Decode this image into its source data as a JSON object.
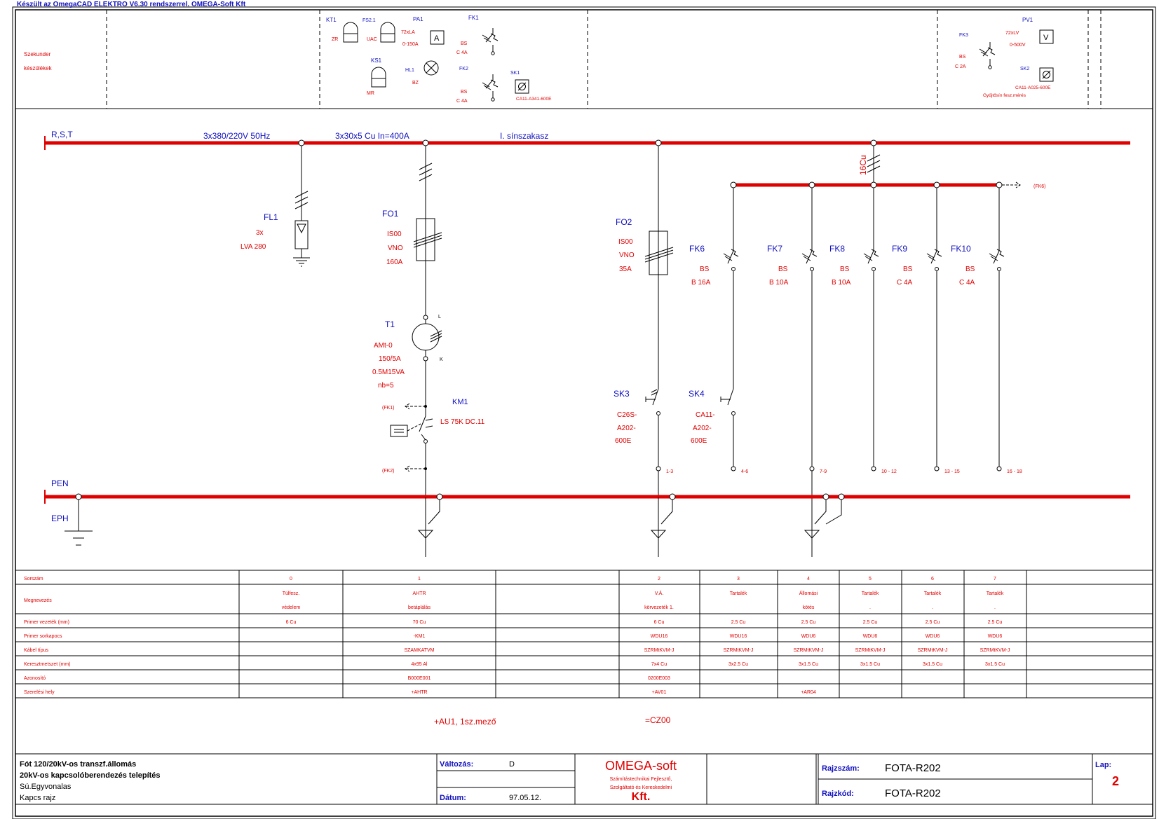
{
  "header_banner": "Készült az OmegaCAD ELEKTRO V6.30 rendszerrel. OMEGA-Soft Kft",
  "colors": {
    "busbar": "#e00000",
    "label_red": "#e00000",
    "label_blue": "#1010c0",
    "line": "#000000"
  },
  "secondary": {
    "title_line1": "Szekunder",
    "title_line2": "készülékek",
    "KT1": "KT1",
    "ZR": "ZR",
    "FS21": "FS2.1",
    "UAC": "UAC",
    "PA1": "PA1",
    "PA1_a": "72xLA",
    "PA1_b": "0-150A",
    "PA1_sym": "A",
    "FK1": "FK1",
    "FK1_a": "BS",
    "FK1_b": "C 4A",
    "KS1": "KS1",
    "MR": "MR",
    "HL1": "HL1",
    "BZ": "BZ",
    "FK2": "FK2",
    "FK2_a": "BS",
    "FK2_b": "C 4A",
    "SK1": "SK1",
    "SK1_a": "CA11-A341-600E",
    "FK3": "FK3",
    "FK3_a": "BS",
    "FK3_b": "C 2A",
    "PV1": "PV1",
    "PV1_a": "72xLV",
    "PV1_b": "0-500V",
    "PV1_sym": "V",
    "SK2": "SK2",
    "SK2_a": "CA11-A025-600E",
    "SK2_b": "Gyűjtősín fesz.mérés"
  },
  "bus": {
    "rst": "R,S,T",
    "voltage": "3x380/220V 50Hz",
    "rail": "3x30x5 Cu In=400A",
    "section": "I. sínszakasz",
    "sub_cable": "16Cu",
    "fk6_ref": "(FK6)",
    "pen": "PEN",
    "eph": "EPH"
  },
  "components": {
    "FL1": "FL1",
    "FL1_a": "3x",
    "FL1_b": "LVA 280",
    "FO1": "FO1",
    "FO1_a": "IS00",
    "FO1_b": "VNO",
    "FO1_c": "160A",
    "T1": "T1",
    "T1_a": "AMt-0",
    "T1_b": "150/5A",
    "T1_c": "0.5M15VA",
    "T1_d": "nb=5",
    "T1_L": "L",
    "T1_K": "K",
    "KM1": "KM1",
    "KM1_a": "LS 75K DC.11",
    "FK1_ref": "(FK1)",
    "FK2_ref": "(FK2)",
    "FO2": "FO2",
    "FO2_a": "IS00",
    "FO2_b": "VNO",
    "FO2_c": "35A",
    "SK3": "SK3",
    "SK3_a": "C26S-",
    "SK3_b": "A202-",
    "SK3_c": "600E",
    "SK4": "SK4",
    "SK4_a": "CA11-",
    "SK4_b": "A202-",
    "SK4_c": "600E",
    "FK6": "FK6",
    "FK6_a": "BS",
    "FK6_b": "B 16A",
    "FK7": "FK7",
    "FK7_a": "BS",
    "FK7_b": "B 10A",
    "FK8": "FK8",
    "FK8_a": "BS",
    "FK8_b": "B 10A",
    "FK9": "FK9",
    "FK9_a": "BS",
    "FK9_b": "C 4A",
    "FK10": "FK10",
    "FK10_a": "BS",
    "FK10_b": "C 4A",
    "t1": "1-3",
    "t2": "4-6",
    "t3": "7-9",
    "t4": "10 - 12",
    "t5": "13 - 15",
    "t6": "16 - 18"
  },
  "table": {
    "row_labels": [
      "Sorszám",
      "Megnevezés",
      "Primer vezeték (mm)",
      "Primer sorkapocs",
      "Kábel típus",
      "Keresztmetszet (mm)",
      "Azonosító",
      "Szerelési hely"
    ],
    "cols": [
      {
        "sorszam": "0",
        "megn1": "Túlfesz.",
        "megn2": "védelem",
        "vezetek": "6 Cu",
        "sorkapocs": "",
        "kabel": "",
        "kereszt": "",
        "azon": "",
        "hely": ""
      },
      {
        "sorszam": "1",
        "megn1": "AHTR",
        "megn2": "betáplálás",
        "vezetek": "70 Cu",
        "sorkapocs": "-KM1",
        "kabel": "SZAMKATVM",
        "kereszt": "4x95 Al",
        "azon": "B000E001",
        "hely": "+AHTR"
      },
      {
        "sorszam": "",
        "megn1": "",
        "megn2": "",
        "vezetek": "",
        "sorkapocs": "",
        "kabel": "",
        "kereszt": "",
        "azon": "",
        "hely": ""
      },
      {
        "sorszam": "2",
        "megn1": "V.Á.",
        "megn2": "körvezeték 1.",
        "vezetek": "6 Cu",
        "sorkapocs": "WDU16",
        "kabel": "SZRMtKVM-J",
        "kereszt": "7x4 Cu",
        "azon": "0200E003",
        "hely": "+AV01"
      },
      {
        "sorszam": "3",
        "megn1": "Tartalék",
        "megn2": "",
        "vezetek": "2.5 Cu",
        "sorkapocs": "WDU16",
        "kabel": "SZRMtKVM-J",
        "kereszt": "3x2.5 Cu",
        "azon": "",
        "hely": ""
      },
      {
        "sorszam": "4",
        "megn1": "Állomási",
        "megn2": "kötés",
        "vezetek": "2.5 Cu",
        "sorkapocs": "WDU6",
        "kabel": "SZRMtKVM-J",
        "kereszt": "3x1.5 Cu",
        "azon": "",
        "hely": "+AR04"
      },
      {
        "sorszam": "5",
        "megn1": "Tartalék",
        "megn2": ".",
        "vezetek": "2.5 Cu",
        "sorkapocs": "WDU6",
        "kabel": "SZRMtKVM-J",
        "kereszt": "3x1.5 Cu",
        "azon": "",
        "hely": ""
      },
      {
        "sorszam": "6",
        "megn1": "Tartalék",
        "megn2": ".",
        "vezetek": "2.5 Cu",
        "sorkapocs": "WDU6",
        "kabel": "SZRMtKVM-J",
        "kereszt": "3x1.5 Cu",
        "azon": "",
        "hely": ""
      },
      {
        "sorszam": "7",
        "megn1": "Tartalék",
        "megn2": ".",
        "vezetek": "2.5 Cu",
        "sorkapocs": "WDU6",
        "kabel": "SZRMtKVM-J",
        "kereszt": "3x1.5 Cu",
        "azon": "",
        "hely": ""
      }
    ],
    "location_au": "+AU1, 1sz.mező",
    "location_cz": "=CZ00"
  },
  "title_block": {
    "line1": "Fót 120/20kV-os transzf.állomás",
    "line2": "20kV-os kapcsolóberendezés telepítés",
    "line3": "Sú.Egyvonalas",
    "line4": "Kapcs rajz",
    "valtozas_label": "Változás:",
    "valtozas_value": "D",
    "datum_label": "Dátum:",
    "datum_value": "97.05.12.",
    "company": "OMEGA-soft",
    "company_sub1": "Számítástechnikai Fejlesztő,",
    "company_sub2": "Szolgáltató és Kereskedelmi",
    "company_kft": "Kft.",
    "rajzszam_label": "Rajzszám:",
    "rajzszam_value": "FOTA-R202",
    "rajzkod_label": "Rajzkód:",
    "rajzkod_value": "FOTA-R202",
    "lap_label": "Lap:",
    "lap_value": "2"
  }
}
